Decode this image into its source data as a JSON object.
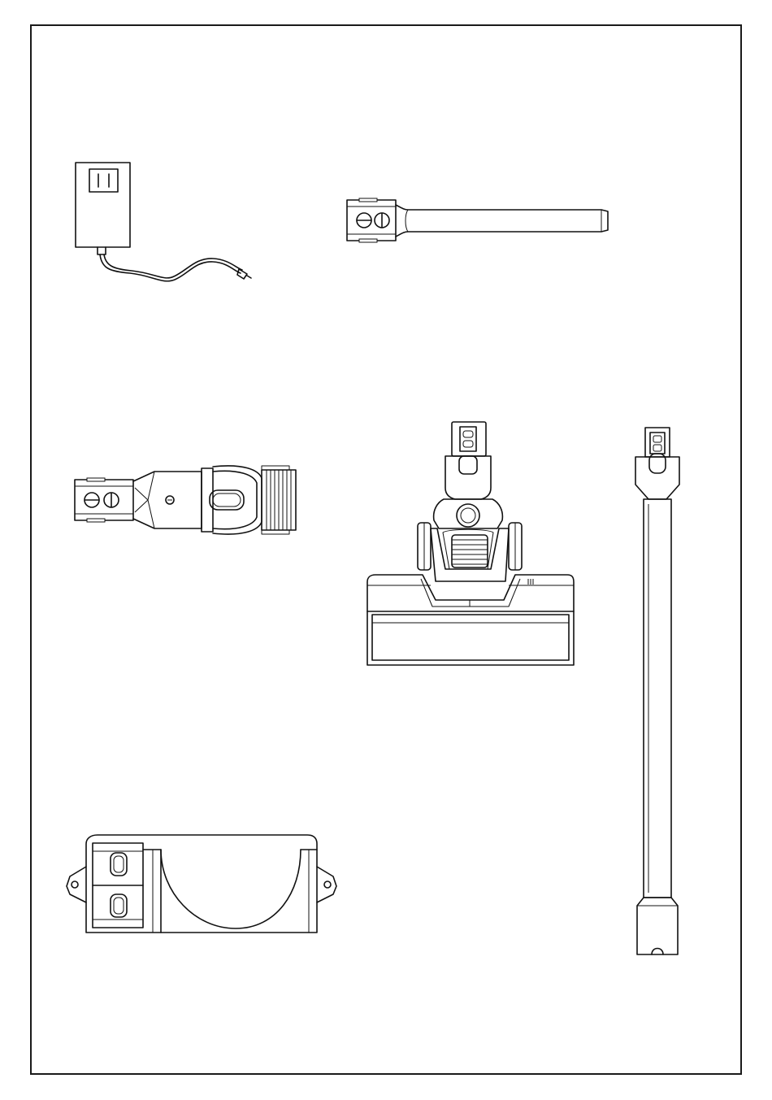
{
  "page": {
    "background": "#ffffff",
    "line_color": "#111111"
  },
  "items": [
    {
      "id": "charger",
      "icon": "power-adapter-icon"
    },
    {
      "id": "crevice-tool",
      "icon": "crevice-tool-icon"
    },
    {
      "id": "brush-tool",
      "icon": "dust-brush-icon"
    },
    {
      "id": "floor-head",
      "icon": "floor-brush-head-icon"
    },
    {
      "id": "extension-tube",
      "icon": "extension-tube-icon"
    },
    {
      "id": "wall-mount",
      "icon": "wall-mount-bracket-icon"
    }
  ]
}
